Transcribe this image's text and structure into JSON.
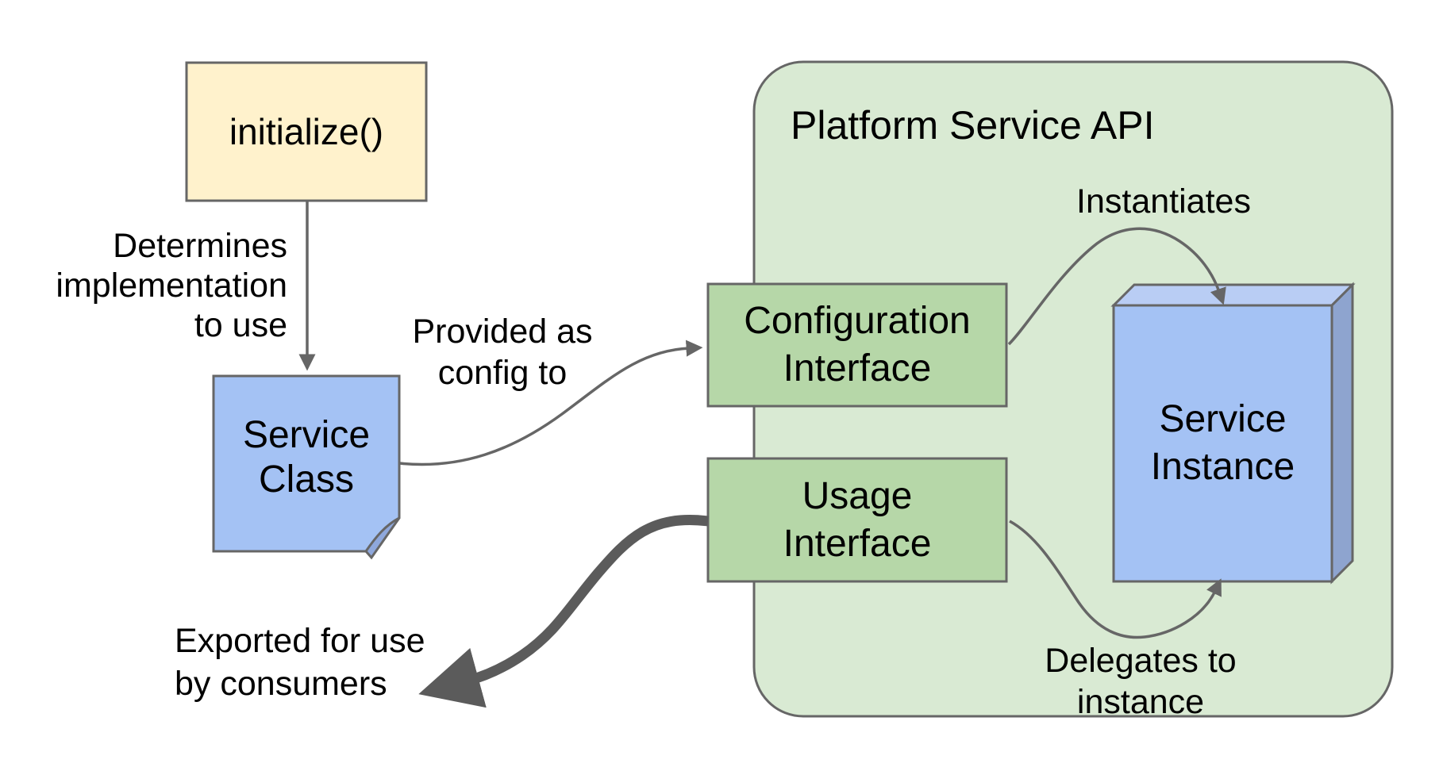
{
  "diagram": {
    "title": "Platform Service API",
    "nodes": {
      "initialize": {
        "label": "initialize()"
      },
      "service_class": {
        "label": "Service\nClass"
      },
      "configuration_interface": {
        "label": "Configuration\nInterface"
      },
      "usage_interface": {
        "label": "Usage\nInterface"
      },
      "service_instance": {
        "label": "Service\nInstance"
      }
    },
    "annotations": {
      "determines": "Determines\nimplementation\nto use",
      "provided": "Provided as\nconfig to",
      "instantiates": "Instantiates",
      "delegates": "Delegates to instance",
      "exported": "Exported for use\nby consumers"
    },
    "colors": {
      "container_fill": "#D9EAD3",
      "box_green": "#B6D7A8",
      "box_yellow": "#FFF2CC",
      "box_blue": "#A4C2F4",
      "cube_top": "#B9CDF4",
      "cube_side": "#8EA4CF",
      "note_fold": "#8FA8DC",
      "border": "#666666",
      "arrow": "#666666",
      "text": "#000000"
    }
  }
}
